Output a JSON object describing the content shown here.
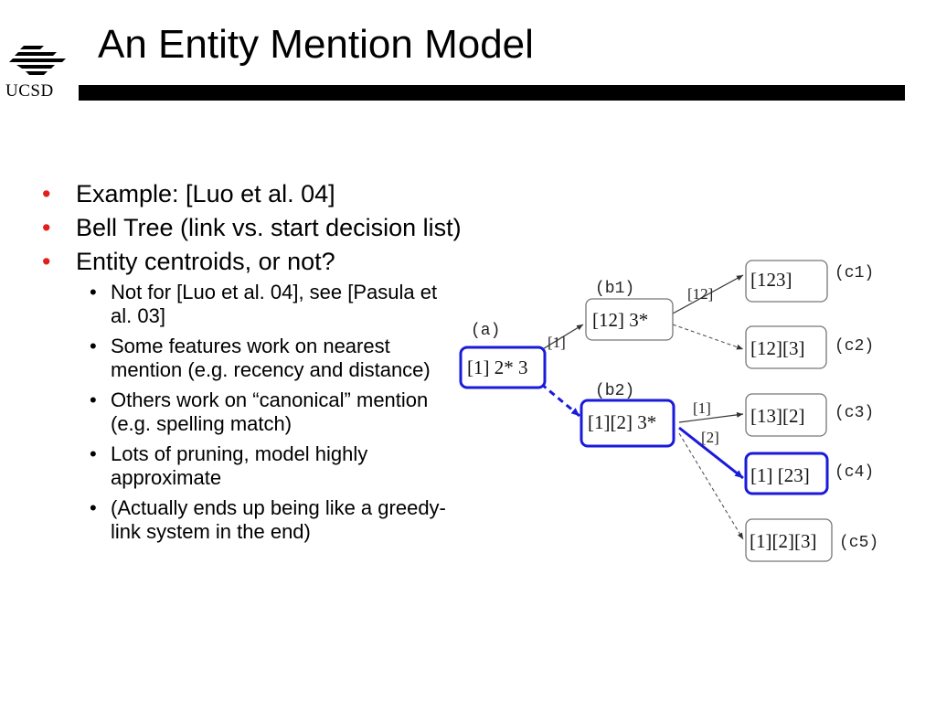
{
  "header": {
    "logo_text": "UCSD",
    "title": "An Entity Mention Model"
  },
  "bullets": [
    {
      "level": 1,
      "text": "Example: [Luo et al. 04]"
    },
    {
      "level": 1,
      "text": "Bell Tree (link vs. start decision list)"
    },
    {
      "level": 1,
      "text": "Entity centroids, or not?"
    },
    {
      "level": 2,
      "text": "Not for [Luo et al. 04], see [Pasula et al. 03]"
    },
    {
      "level": 2,
      "text": "Some features work on nearest mention (e.g. recency and distance)"
    },
    {
      "level": 2,
      "text": "Others work on “canonical” mention (e.g. spelling match)"
    },
    {
      "level": 2,
      "text": "Lots of pruning, model highly approximate"
    },
    {
      "level": 2,
      "text": "(Actually ends up being like a greedy-link system in the end)"
    }
  ],
  "diagram": {
    "highlight_color": "#1a1adb",
    "nodes": {
      "a": {
        "label": "(a)",
        "content": "[1] 2* 3"
      },
      "b1": {
        "label": "(b1)",
        "content": "[12] 3*"
      },
      "b2": {
        "label": "(b2)",
        "content": "[1][2] 3*"
      },
      "c1": {
        "label": "(c1)",
        "content": "[123]"
      },
      "c2": {
        "label": "(c2)",
        "content": "[12][3]"
      },
      "c3": {
        "label": "(c3)",
        "content": "[13][2]"
      },
      "c4": {
        "label": "(c4)",
        "content": "[1] [23]"
      },
      "c5": {
        "label": "(c5)",
        "content": "[1][2][3]"
      }
    },
    "edge_labels": {
      "a_b1": "[1]",
      "b1_c1": "[12]",
      "b2_c3": "[1]",
      "b2_c4": "[2]"
    }
  }
}
